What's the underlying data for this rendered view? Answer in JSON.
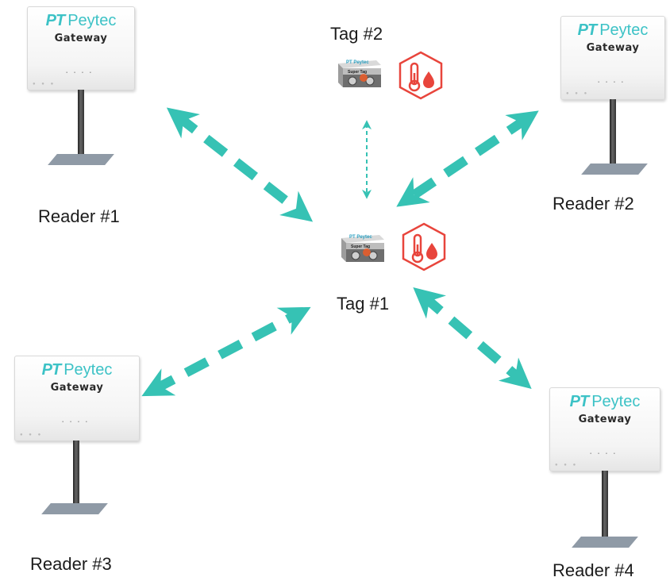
{
  "brand": {
    "logo": "PT",
    "name": "Peytec",
    "device": "Gateway",
    "dots": "....",
    "tag_model": "Super Tag",
    "tag_brand": "PT Peytec"
  },
  "readers": [
    {
      "label": "Reader #1"
    },
    {
      "label": "Reader #2"
    },
    {
      "label": "Reader #3"
    },
    {
      "label": "Reader #4"
    }
  ],
  "tags": [
    {
      "label": "Tag #1"
    },
    {
      "label": "Tag #2"
    }
  ],
  "icons": {
    "sensor": "temperature-humidity-icon"
  },
  "colors": {
    "arrow": "#36c2b4",
    "brand": "#3cc2c6",
    "sensor": "#e8453c"
  }
}
